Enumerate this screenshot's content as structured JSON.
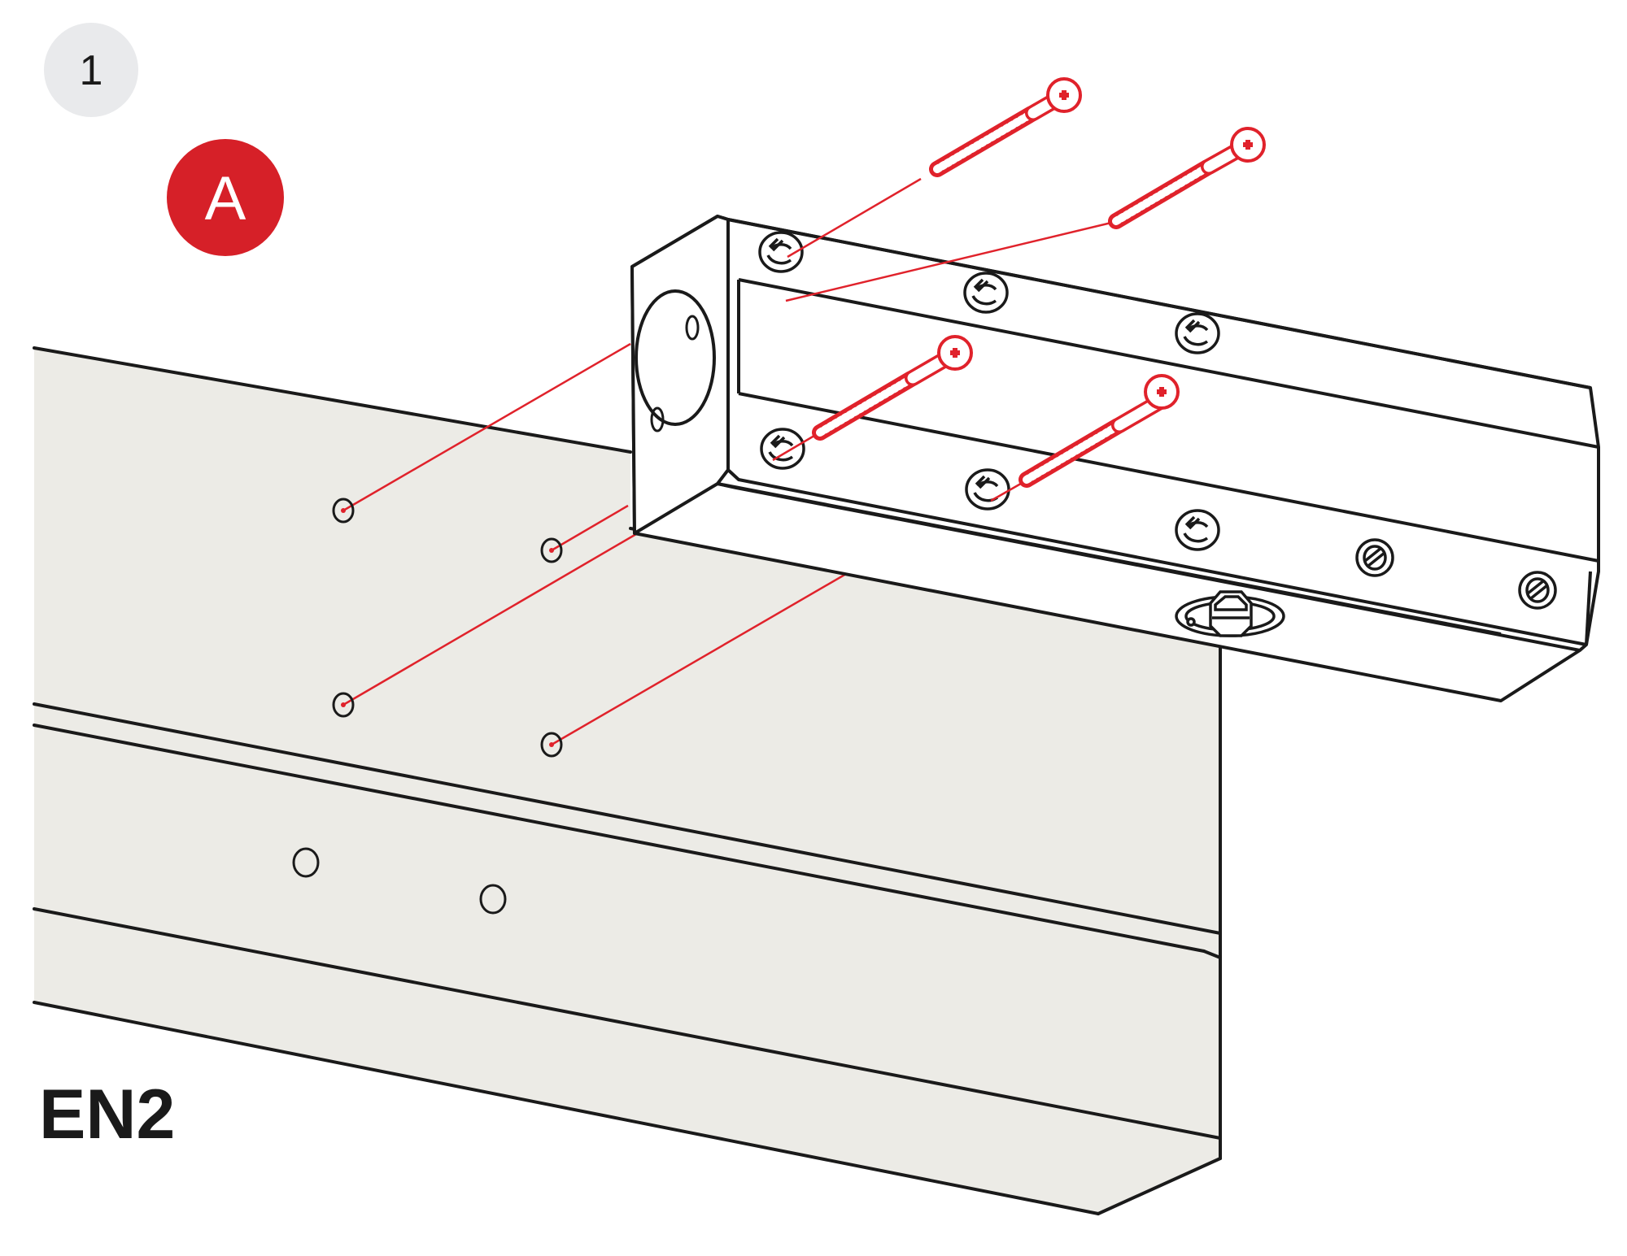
{
  "step": {
    "number": "1",
    "badge_color": "#e9eaec",
    "text_color": "#1a1a1a"
  },
  "callout": {
    "letter": "A",
    "color": "#d62028",
    "text_color": "#ffffff"
  },
  "model_label": "EN2",
  "colors": {
    "panel_fill": "#ecebe6",
    "outline": "#1a1a1a",
    "accent_red": "#e0222b",
    "closer_fill": "#ffffff"
  },
  "icons": {
    "screw": "phillips-screw-icon",
    "mounting_hole": "mounting-hole-icon",
    "spindle": "spindle-icon"
  }
}
